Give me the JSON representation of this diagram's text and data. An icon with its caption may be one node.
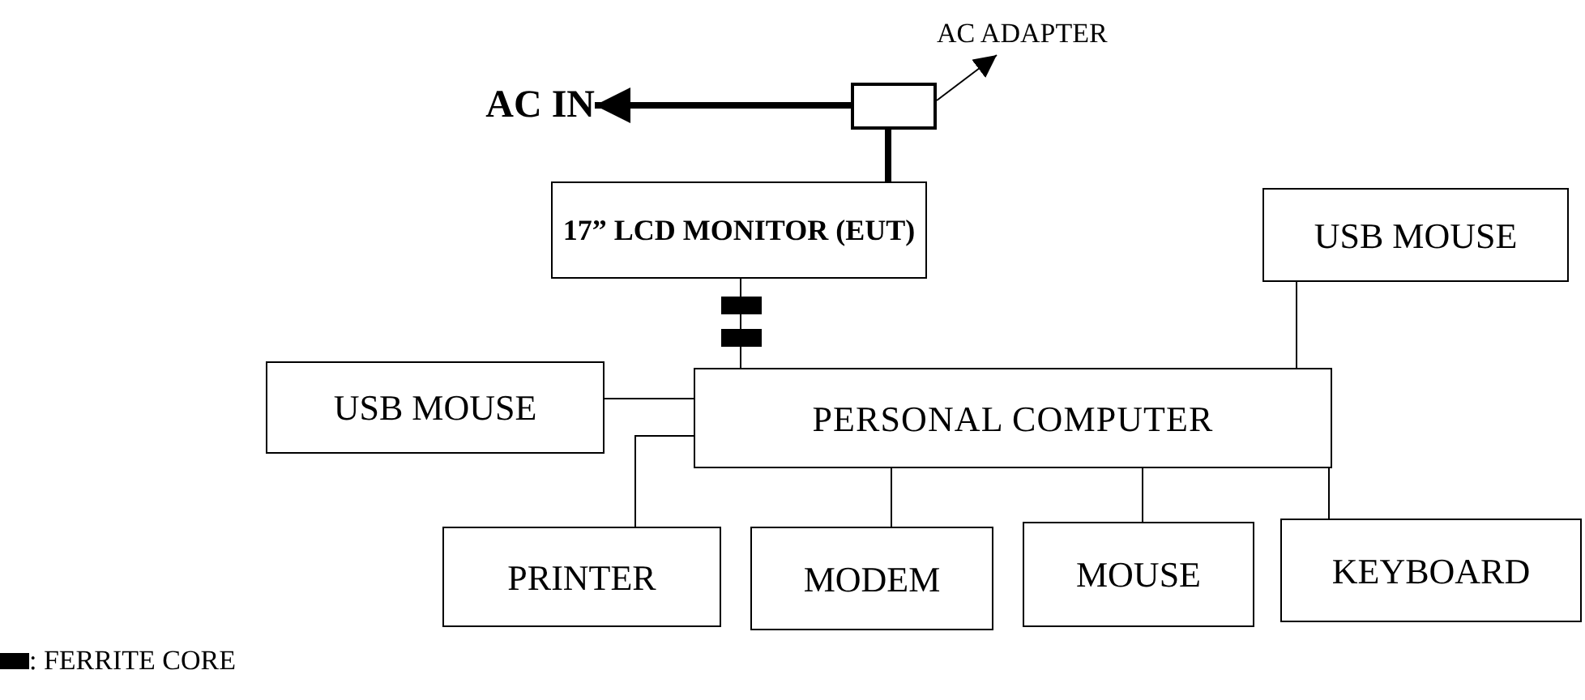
{
  "diagram": {
    "nodes": [
      {
        "text": [
          "AC IN"
        ]
      },
      {
        "text": [],
        "shape": "box"
      },
      {
        "text": [
          "AC ADAPTER"
        ]
      },
      {
        "text": [
          "17” LCD MONITOR (EUT)"
        ]
      },
      {
        "text": [
          "USB MOUSE"
        ]
      },
      {
        "text": [
          "USB MOUSE"
        ]
      },
      {
        "text": [
          "PERSONAL COMPUTER"
        ]
      },
      {
        "text": [
          "PRINTER"
        ]
      },
      {
        "text": [
          "MODEM"
        ]
      },
      {
        "text": [
          "MOUSE"
        ]
      },
      {
        "text": [
          "KEYBOARD"
        ]
      }
    ],
    "edges": [
      {
        "from": 1,
        "to": 0,
        "arrow": "to",
        "style": "thick"
      },
      {
        "from": 1,
        "to": 2,
        "arrow": "to"
      },
      {
        "from": 1,
        "to": 3,
        "arrow": "none",
        "style": "thick"
      },
      {
        "from": 3,
        "to": 6,
        "arrow": "none"
      },
      {
        "from": 4,
        "to": 6,
        "arrow": "none"
      },
      {
        "from": 5,
        "to": 6,
        "arrow": "none"
      },
      {
        "from": 7,
        "to": 6,
        "arrow": "none"
      },
      {
        "from": 8,
        "to": 6,
        "arrow": "none"
      },
      {
        "from": 9,
        "to": 6,
        "arrow": "none"
      },
      {
        "from": 10,
        "to": 6,
        "arrow": "none"
      }
    ],
    "legend": [
      {
        "text": ": FERRITE CORE",
        "color": "#000000"
      }
    ]
  }
}
